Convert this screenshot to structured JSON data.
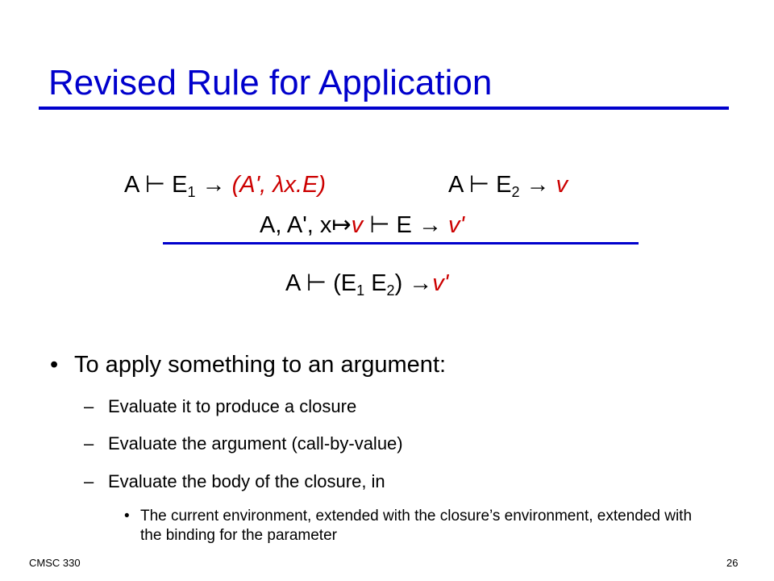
{
  "slide": {
    "title": "Revised Rule for Application",
    "colors": {
      "title": "#0000cc",
      "emphasis": "#cc0000",
      "rule_line": "#0000cc"
    },
    "inference_rule": {
      "premise1": {
        "lhs": "A ⊢ E",
        "lhs_sub": "1",
        "arrow": " → ",
        "result": "(A', λx.E)"
      },
      "premise2": {
        "lhs": "A ⊢ E",
        "lhs_sub": "2",
        "arrow": " → ",
        "result": "v"
      },
      "premise3": {
        "prefix": "A, A', x",
        "mapsto": "↦",
        "bound": "v",
        "turnstile": " ⊢ E → ",
        "result": "v'"
      },
      "conclusion": {
        "prefix": "A ⊢ (E",
        "sub1": "1",
        "middle": " E",
        "sub2": "2",
        "close": ") →",
        "result": "v'"
      }
    },
    "bullets": [
      {
        "text": "To apply something to an argument:",
        "subitems": [
          {
            "text": "Evaluate it to produce a closure"
          },
          {
            "text": "Evaluate the argument (call-by-value)"
          },
          {
            "text": "Evaluate the body of the closure, in",
            "subitems": [
              {
                "text": "The current environment, extended with the closure’s environment, extended with the binding for the parameter"
              }
            ]
          }
        ]
      }
    ],
    "footer": {
      "course": "CMSC 330",
      "page": "26"
    }
  }
}
